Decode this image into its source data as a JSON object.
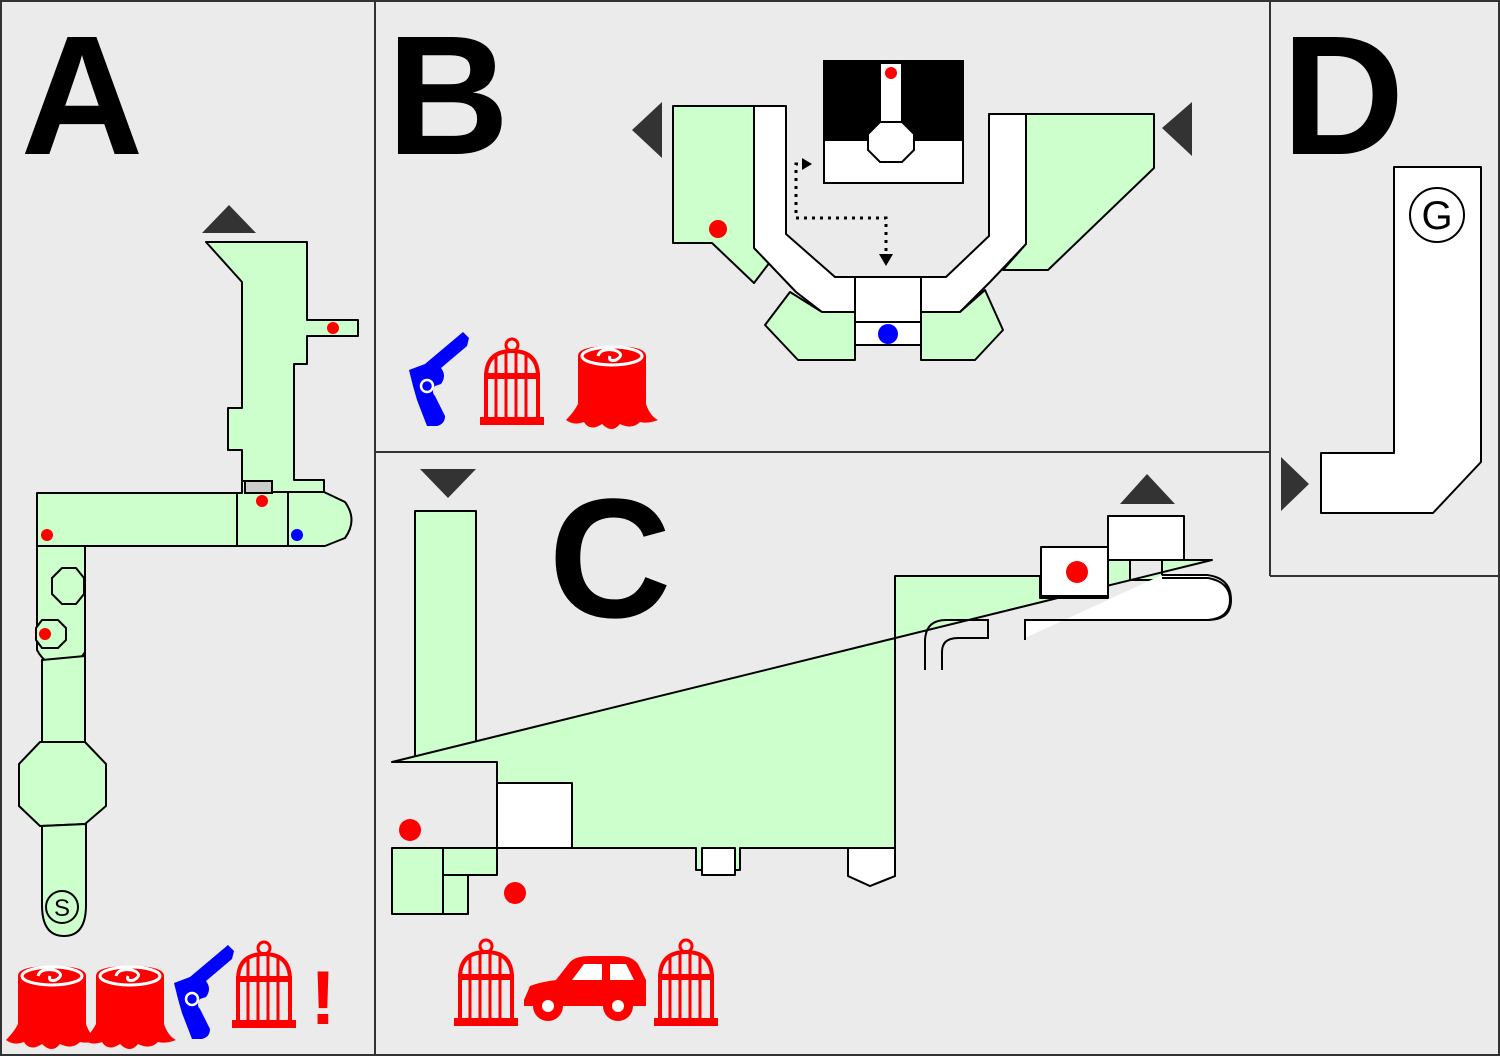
{
  "colors": {
    "background": "#ebebeb",
    "room": "#ccffcc",
    "room_unexplored": "#ffffff",
    "border": "#000000",
    "item_red": "#ff0000",
    "item_blue": "#0000ff",
    "exit_arrow": "#333333"
  },
  "sections": {
    "A": {
      "label": "A",
      "start_marker": "S"
    },
    "B": {
      "label": "B"
    },
    "C": {
      "label": "C"
    },
    "D": {
      "label": "D",
      "goal_marker": "G"
    }
  },
  "legend": {
    "A": {
      "icons": [
        "stump-icon",
        "stump-icon",
        "revolver-icon",
        "birdcage-icon",
        "exclamation-icon"
      ],
      "exclamation_text": "!"
    },
    "B": {
      "icons": [
        "revolver-icon",
        "birdcage-icon",
        "stump-icon"
      ]
    },
    "C": {
      "icons": [
        "birdcage-icon",
        "car-icon",
        "birdcage-icon"
      ]
    }
  }
}
